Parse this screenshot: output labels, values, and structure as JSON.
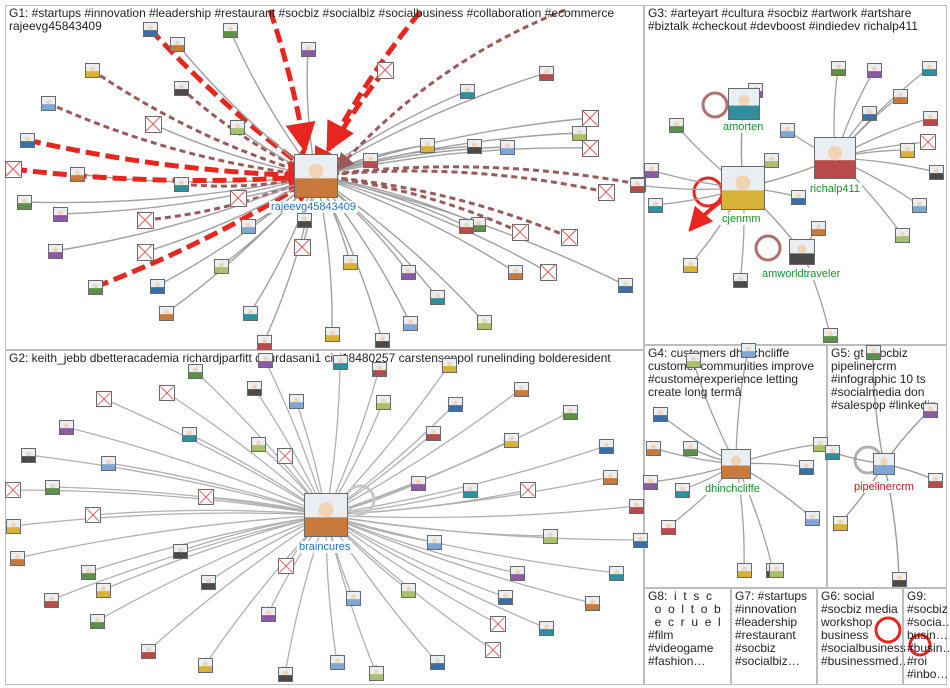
{
  "groups": [
    {
      "id": "G1",
      "title": "G1: #startups #innovation #leadership #restaurant #socbiz #socialbiz #socialbusiness #collaboration #ecommerce rajeevg45843409",
      "hub": "rajeevg45843409"
    },
    {
      "id": "G2",
      "title": "G2: keith_jebb dbetteracademia richardjparfitt dgurdasani1 cici18480257 carstensenpol runelinding bolderesident",
      "hub": "braincures"
    },
    {
      "id": "G3",
      "title": "G3: #arteyart #cultura #socbiz #artwork #artshare #biztalk #checkout #devboost #indiedev richalp411",
      "hubs": [
        "amorten",
        "richalp411",
        "cjenmm",
        "amworldtraveler"
      ]
    },
    {
      "id": "G4",
      "title": "G4: customers dhinchcliffe customer communities improve #customerexperience letting create long termâ",
      "hub": "dhinchcliffe"
    },
    {
      "id": "G5",
      "title": "G5: gt #socbiz pipelinercrm #infographic 10 ts #socialmedia don #salespop #linkedin",
      "hub": "pipelinercrm"
    },
    {
      "id": "G6",
      "title": "G6: social #socbiz media workshop business #socialbusiness #businessmed…"
    },
    {
      "id": "G7",
      "title": "G7: #startups #innovation #leadership #restaurant #socbiz #socialbiz…"
    },
    {
      "id": "G8",
      "title": "G8:  i  t  s  c\n  o  o  l  t  o  b\n  e  c  r  u  e  l\n#film\n#videogame\n#fashion…"
    },
    {
      "id": "G9",
      "title": "G9: #socbiz #socia… busin… #busin… #roi #inbo…"
    }
  ],
  "colors": {
    "edge_gray": "#a0a0a0",
    "edge_brown": "#9a5a5a",
    "edge_red": "#e8261f",
    "hub_label_blue": "#1f6fc5",
    "hub_label_green": "#1a8c2e",
    "hub_label_red": "#c0161b",
    "panel_border": "#bdbdbd"
  }
}
